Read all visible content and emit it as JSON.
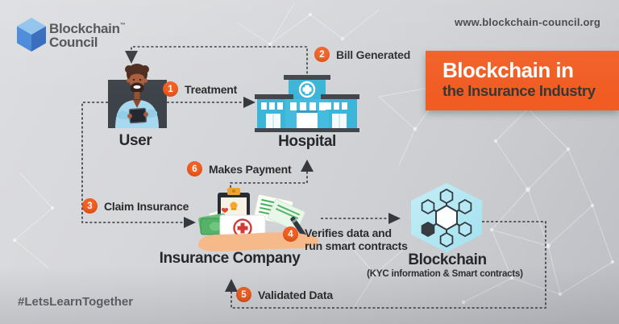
{
  "brand": {
    "line1": "Blockchain",
    "line2": "Council",
    "trademark": "™",
    "icon": "cube-logo-icon"
  },
  "header": {
    "website": "www.blockchain-council.org"
  },
  "banner": {
    "title": "Blockchain in",
    "subtitle": "the Insurance Industry"
  },
  "nodes": {
    "user": {
      "label": "User",
      "icon": "user-person-icon"
    },
    "hospital": {
      "label": "Hospital",
      "icon": "hospital-building-icon"
    },
    "insurance": {
      "label": "Insurance Company",
      "icon": "hand-holding-documents-icon"
    },
    "blockchain": {
      "label": "Blockchain",
      "sublabel": "(KYC information & Smart contracts)",
      "icon": "blockchain-hexagon-icon"
    }
  },
  "steps": [
    {
      "num": "1",
      "label": "Treatment"
    },
    {
      "num": "2",
      "label": "Bill Generated"
    },
    {
      "num": "3",
      "label": "Claim Insurance"
    },
    {
      "num": "4",
      "label": "Verifies data and",
      "label2": "run smart contracts"
    },
    {
      "num": "5",
      "label": "Validated Data"
    },
    {
      "num": "6",
      "label": "Makes Payment"
    }
  ],
  "footer": {
    "hashtag": "#LetsLearnTogether"
  },
  "colors": {
    "accent_orange": "#f15c22",
    "hospital_teal": "#3bb5d8",
    "blockchain_cyan": "#b6e9f4",
    "logo_blue": "#4486d8",
    "text_dark": "#2b2d30",
    "background_gray": "#d2d4d6",
    "arrow_dark": "#35383c"
  }
}
